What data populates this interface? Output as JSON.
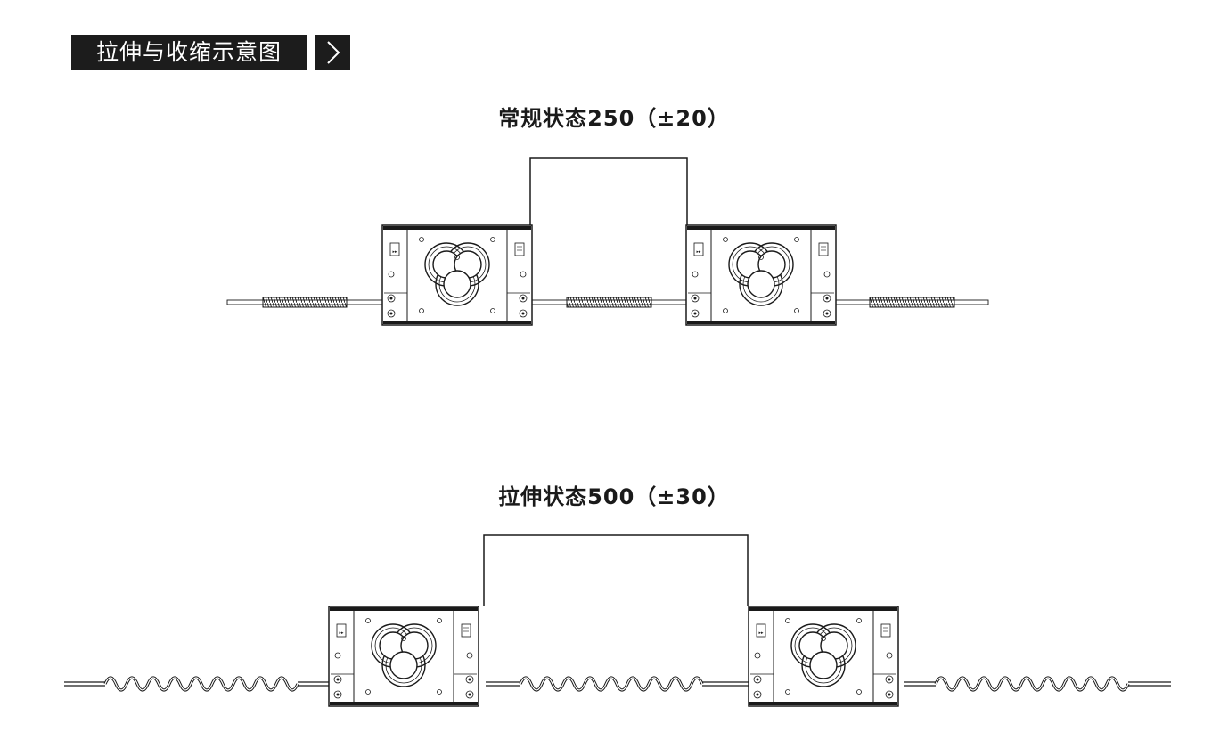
{
  "header": {
    "title": "拉伸与收缩示意图",
    "arrow_icon": "chevron-right-icon"
  },
  "sections": {
    "normal": {
      "title": "常规状态250（±20）"
    },
    "stretched": {
      "title": "拉伸状态500（±30）"
    }
  },
  "colors": {
    "header_bg": "#1c1c1c",
    "line": "#1a1a1a",
    "background": "#ffffff"
  }
}
